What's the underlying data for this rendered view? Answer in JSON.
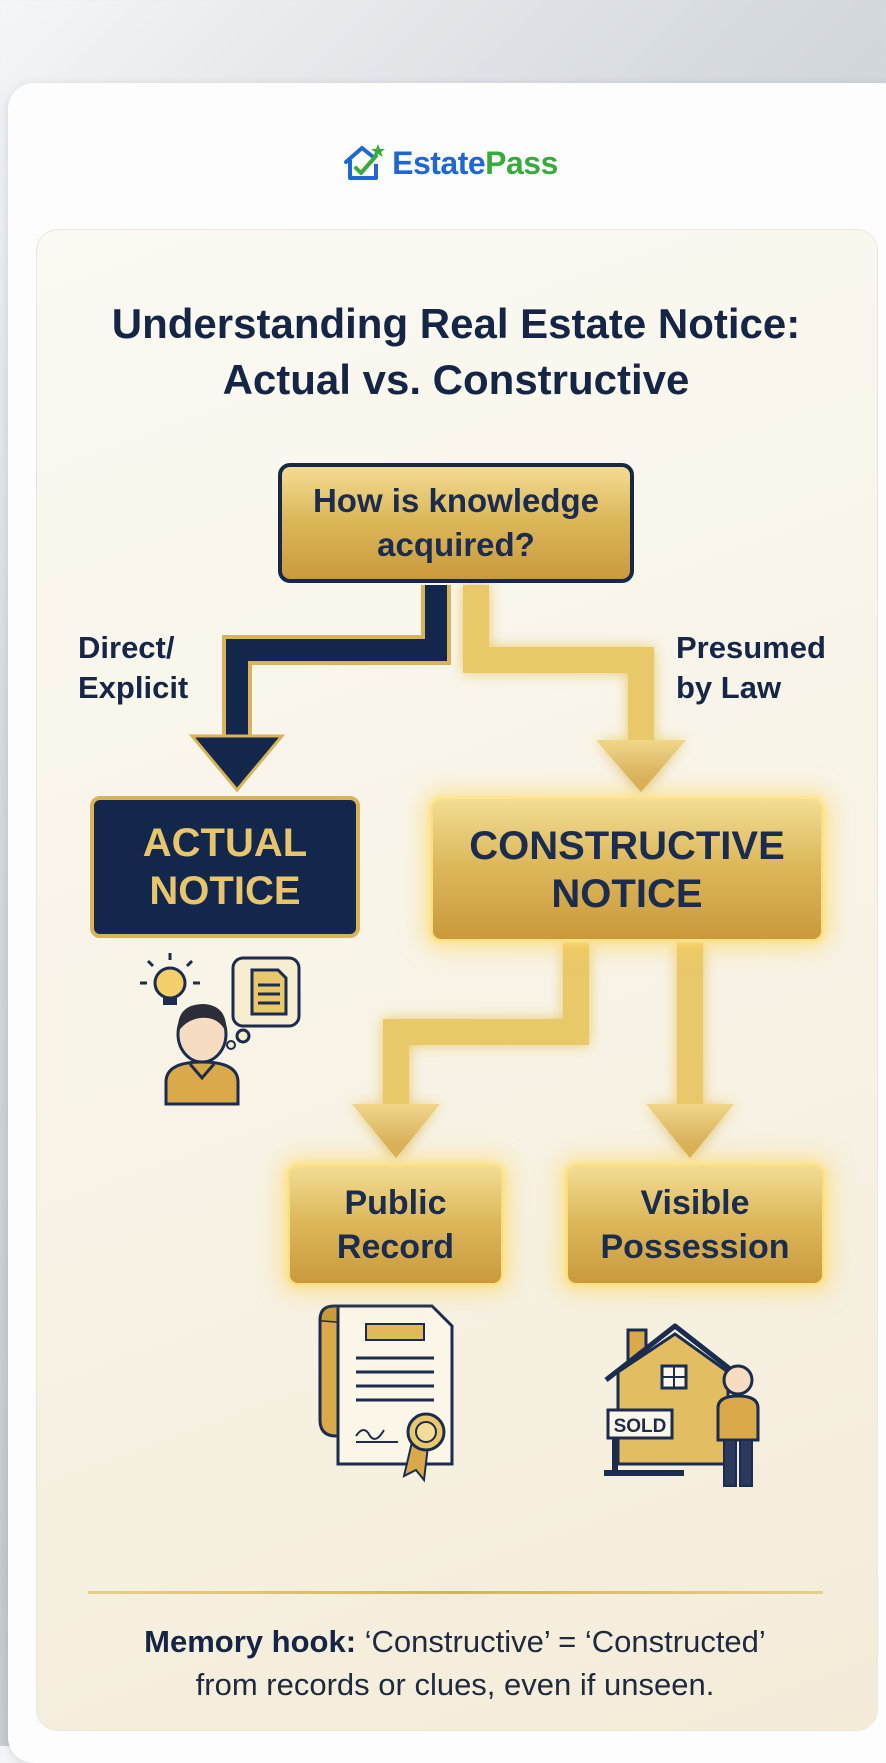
{
  "brand": {
    "name_part1": "Estate",
    "name_part2": "Pass",
    "colors": {
      "blue": "#1f67d2",
      "green": "#3aa93e"
    }
  },
  "title": {
    "line1": "Understanding Real Estate Notice:",
    "line2": "Actual vs. Constructive"
  },
  "diagram": {
    "question": {
      "line1": "How is knowledge",
      "line2": "acquired?"
    },
    "left_branch": {
      "line1": "Direct/",
      "line2": "Explicit"
    },
    "right_branch": {
      "line1": "Presumed",
      "line2": "by Law"
    },
    "actual": {
      "line1": "ACTUAL",
      "line2": "NOTICE"
    },
    "constructive": {
      "line1": "CONSTRUCTIVE",
      "line2": "NOTICE"
    },
    "public_record": {
      "line1": "Public",
      "line2": "Record"
    },
    "visible_possession": {
      "line1": "Visible",
      "line2": "Possession"
    },
    "sign_text": "SOLD"
  },
  "memory": {
    "label": "Memory hook:",
    "line1_rest": " ‘Constructive’ = ‘Constructed’",
    "line2": "from records or clues, even if unseen."
  },
  "colors": {
    "navy": "#13264b",
    "gold": "#d8b35a"
  }
}
